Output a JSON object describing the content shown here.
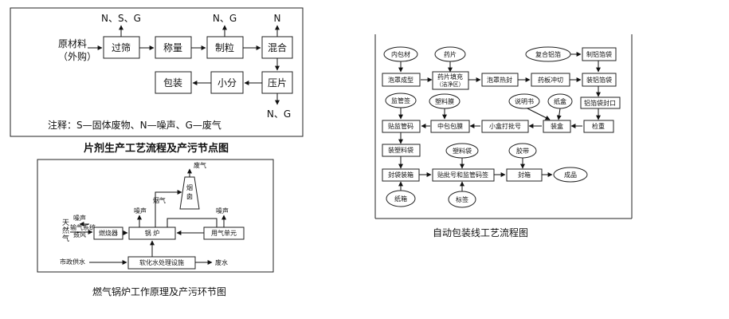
{
  "tablet": {
    "title": "片剂生产工艺流程及产污节点图",
    "raw_material": [
      "原材料",
      "（外购）"
    ],
    "nodes": [
      "过筛",
      "称量",
      "制粒",
      "混合",
      "压片",
      "小分",
      "包装"
    ],
    "emissions": {
      "sieve": "N、S、G",
      "granulate": "N、G",
      "mix": "N",
      "press": "N、G"
    },
    "note": "注释：S—固体废物、N—噪声、G—废气"
  },
  "boiler": {
    "title": "燃气锅炉工作原理及产污环节图",
    "labels": {
      "noise1": "噪声",
      "natural_gas": [
        "天",
        "然",
        "气"
      ],
      "gas_system": "输气系统",
      "blower": "鼓风",
      "burner": "燃烧器",
      "boiler": "锅  炉",
      "noise2": "噪声",
      "flue_gas": "烟气",
      "chimney": [
        "烟",
        "囱"
      ],
      "exhaust": "废气",
      "noise3": "噪声",
      "steam_unit": "用气单元",
      "city_water": "市政供水",
      "softener": "软化水处理设施",
      "waste_water": "废水"
    }
  },
  "packaging": {
    "title": "自动包装线工艺流程图",
    "nodes": {
      "inner_material": "内包材",
      "tablet": "药片",
      "composite_foil": "复合铝箔",
      "make_foil_bag": "制铝箔袋",
      "blister_form": "泡罩成型",
      "fill": [
        "药片填充",
        "（洁净区）"
      ],
      "heat_seal": "泡罩热封",
      "punch": "药板冲切",
      "load_bag": "装铝箔袋",
      "foil_seal": "铝箔袋封口",
      "inspect": "检重",
      "manual": "说明书",
      "small_box": "纸盒",
      "boxing": "装盒",
      "batch_print": "小盒打批号",
      "middle_wrap": "中包包膜",
      "label_code": "贴监管码",
      "supervise_tag": "监管签",
      "plastic_film": "塑料膜",
      "plastic_bag_pack": "装塑料袋",
      "bag_top": "塑料袋",
      "tape": "胶带",
      "carton": "封袋装箱",
      "batch_label": "贴批号和监管码签",
      "seal_box": "封箱",
      "product": "成品",
      "paper_box": "纸箱",
      "label": "标签"
    }
  }
}
